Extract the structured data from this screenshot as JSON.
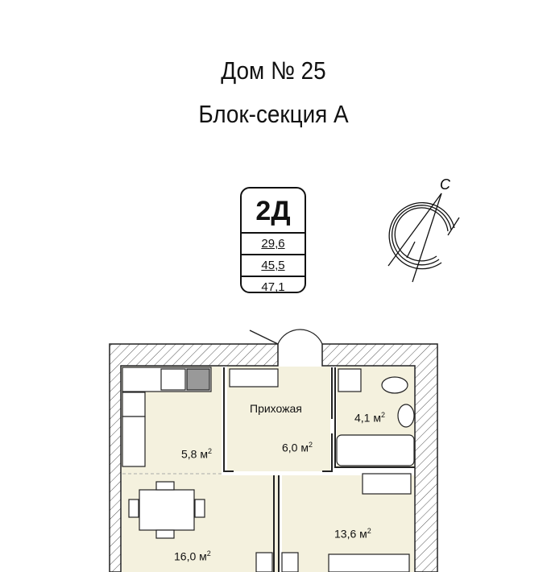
{
  "header": {
    "house": "Дом № 25",
    "section": "Блок-секция А"
  },
  "apartment": {
    "type": "2Д",
    "areas": [
      "29,6",
      "45,5",
      "47,1"
    ]
  },
  "compass": {
    "label": "С"
  },
  "rooms": [
    {
      "name": "hallway",
      "title": "Прихожая",
      "area": "6,0 м"
    },
    {
      "name": "kitchen",
      "area": "5,8 м"
    },
    {
      "name": "bathroom",
      "area": "4,1 м"
    },
    {
      "name": "bedroom",
      "area": "13,6 м"
    },
    {
      "name": "living",
      "area": "16,0 м"
    }
  ],
  "unit_sup": "2",
  "colors": {
    "floor": "#f4f1de",
    "wall": "#222222"
  }
}
